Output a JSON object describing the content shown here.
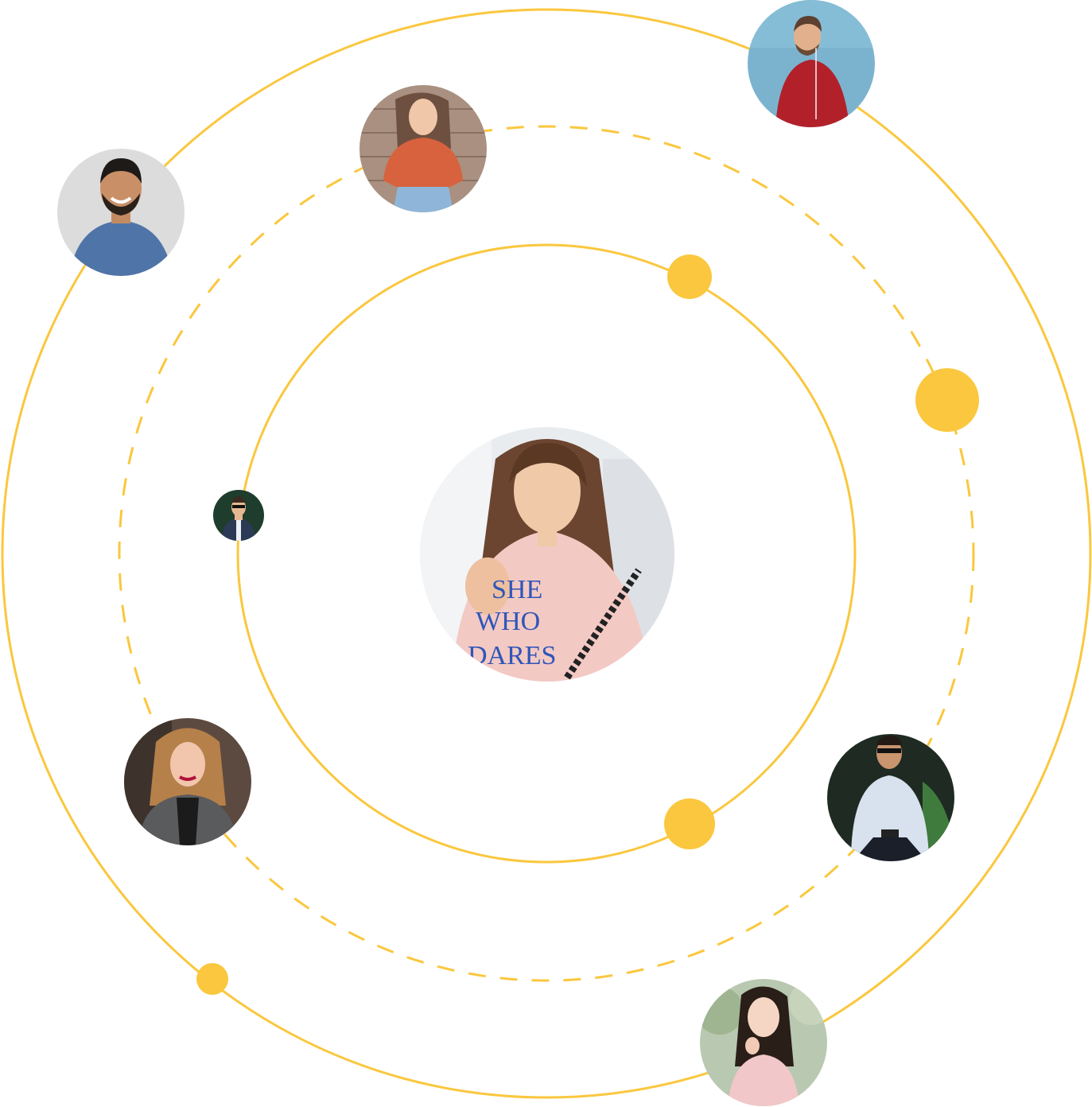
{
  "theme": {
    "accent": "#FAC73E",
    "background": "#FFFFFF"
  },
  "orbits": [
    {
      "name": "outer-orbit",
      "style": "solid"
    },
    {
      "name": "middle-orbit",
      "style": "dashed"
    },
    {
      "name": "inner-orbit",
      "style": "solid"
    }
  ],
  "center_avatar": {
    "icon": "woman-pink-tshirt-photo",
    "shirt_text": [
      "SHE",
      "WHO",
      "DARES"
    ]
  },
  "avatars": [
    {
      "icon": "smiling-bearded-man-blue-tshirt-photo"
    },
    {
      "icon": "woman-brick-wall-orange-top-photo"
    },
    {
      "icon": "man-red-sweater-earphones-photo"
    },
    {
      "icon": "man-sunglasses-suit-small-photo"
    },
    {
      "icon": "winking-woman-grey-coat-photo"
    },
    {
      "icon": "man-sunglasses-white-shirt-photo"
    },
    {
      "icon": "woman-pink-dress-greenery-photo"
    }
  ],
  "dots": [
    {
      "name": "inner-orbit-dot-top"
    },
    {
      "name": "middle-orbit-dot-right"
    },
    {
      "name": "inner-orbit-dot-bottom"
    },
    {
      "name": "outer-orbit-dot-bottom-left"
    }
  ]
}
